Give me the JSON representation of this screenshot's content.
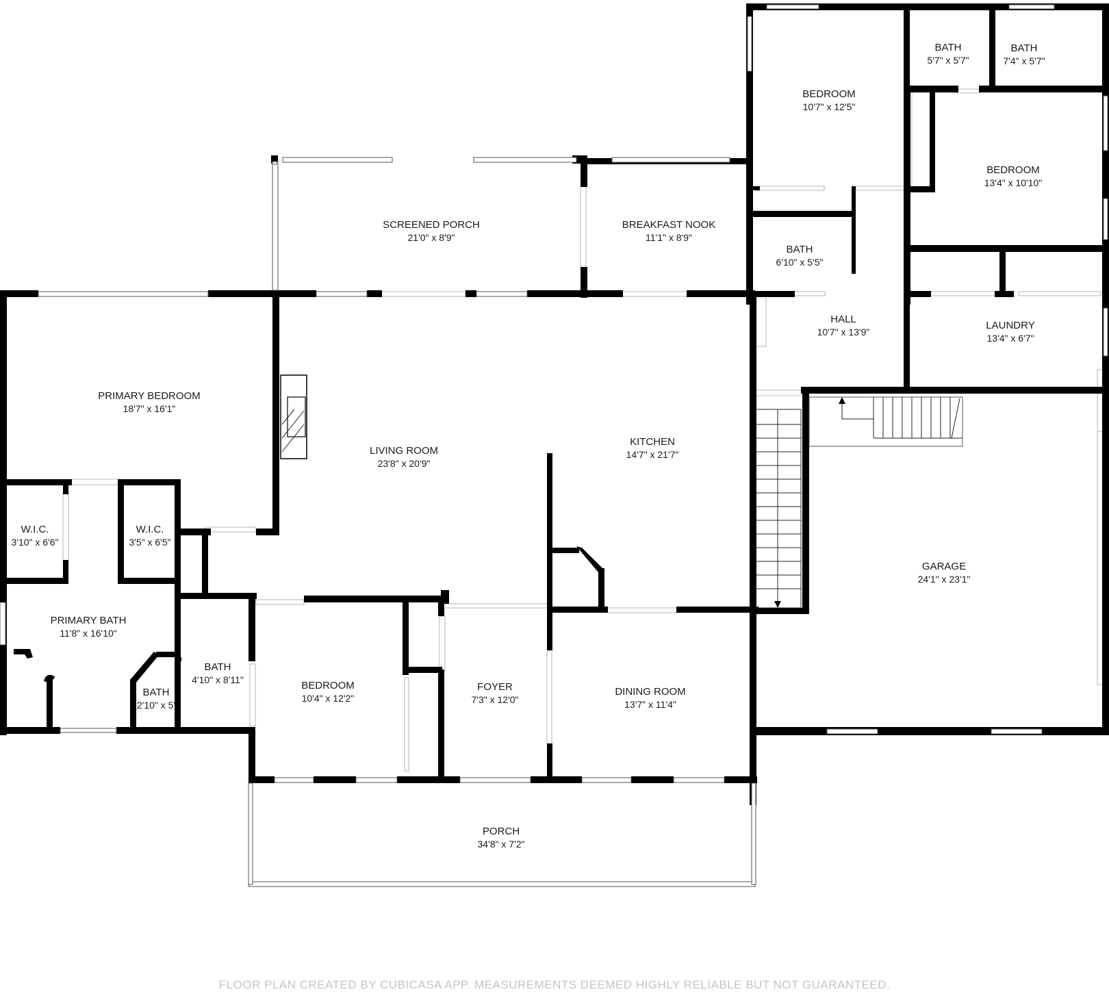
{
  "rooms": {
    "bedroom_ne": {
      "name": "BEDROOM",
      "dims": "10'7\" x 12'5\""
    },
    "bath_ne1": {
      "name": "BATH",
      "dims": "5'7\" x 5'7\""
    },
    "bath_ne2": {
      "name": "BATH",
      "dims": "7'4\" x 5'7\""
    },
    "bedroom_e": {
      "name": "BEDROOM",
      "dims": "13'4\" x 10'10\""
    },
    "screened_porch": {
      "name": "SCREENED PORCH",
      "dims": "21'0\" x 8'9\""
    },
    "breakfast_nook": {
      "name": "BREAKFAST NOOK",
      "dims": "11'1\" x 8'9\""
    },
    "bath_hall": {
      "name": "BATH",
      "dims": "6'10\" x 5'5\""
    },
    "hall": {
      "name": "HALL",
      "dims": "10'7\" x 13'9\""
    },
    "laundry": {
      "name": "LAUNDRY",
      "dims": "13'4\" x 6'7\""
    },
    "primary_bedroom": {
      "name": "PRIMARY BEDROOM",
      "dims": "18'7\" x 16'1\""
    },
    "living_room": {
      "name": "LIVING ROOM",
      "dims": "23'8\" x 20'9\""
    },
    "kitchen": {
      "name": "KITCHEN",
      "dims": "14'7\" x 21'7\""
    },
    "wic_left": {
      "name": "W.I.C.",
      "dims": "3'10\" x 6'6\""
    },
    "wic_right": {
      "name": "W.I.C.",
      "dims": "3'5\" x 6'5\""
    },
    "garage": {
      "name": "GARAGE",
      "dims": "24'1\" x 23'1\""
    },
    "primary_bath": {
      "name": "PRIMARY BATH",
      "dims": "11'8\" x 16'10\""
    },
    "bath_mid": {
      "name": "BATH",
      "dims": "4'10\" x 8'11\""
    },
    "bath_small": {
      "name": "BATH",
      "dims": "2'10\" x 5'"
    },
    "bedroom_s": {
      "name": "BEDROOM",
      "dims": "10'4\" x 12'2\""
    },
    "foyer": {
      "name": "FOYER",
      "dims": "7'3\" x 12'0\""
    },
    "dining_room": {
      "name": "DINING ROOM",
      "dims": "13'7\" x 11'4\""
    },
    "porch": {
      "name": "PORCH",
      "dims": "34'8\" x 7'2\""
    }
  },
  "footer": "FLOOR PLAN CREATED BY CUBICASA APP. MEASUREMENTS DEEMED HIGHLY RELIABLE BUT NOT GUARANTEED."
}
